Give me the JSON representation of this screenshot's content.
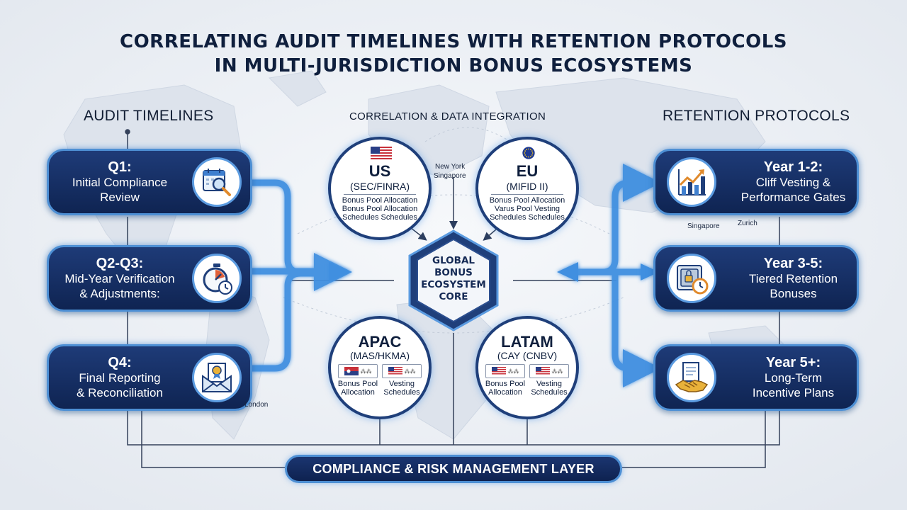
{
  "title": {
    "line1": "CORRELATING AUDIT TIMELINES WITH RETENTION PROTOCOLS",
    "line2": "IN MULTI-JURISDICTION BONUS ECOSYSTEMS"
  },
  "columns": {
    "left": "AUDIT TIMELINES",
    "center": "CORRELATION & DATA INTEGRATION",
    "right": "RETENTION PROTOCOLS"
  },
  "audit_timelines": [
    {
      "heading": "Q1:",
      "lines": [
        "Initial Compliance",
        "Review"
      ],
      "icon": "calendar-magnifier-icon"
    },
    {
      "heading": "Q2-Q3:",
      "lines": [
        "Mid-Year Verification",
        "& Adjustments:"
      ],
      "icon": "stopwatch-icon"
    },
    {
      "heading": "Q4:",
      "lines": [
        "Final Reporting",
        "& Reconciliation"
      ],
      "icon": "envelope-certificate-icon"
    }
  ],
  "retention_protocols": [
    {
      "heading": "Year 1-2:",
      "lines": [
        "Cliff Vesting &",
        "Performance Gates"
      ],
      "icon": "growth-chart-icon"
    },
    {
      "heading": "Year 3-5:",
      "lines": [
        "Tiered Retention",
        "Bonuses"
      ],
      "icon": "safe-clock-icon"
    },
    {
      "heading": "Year 5+:",
      "lines": [
        "Long-Term",
        "Incentive Plans"
      ],
      "icon": "handshake-document-icon"
    }
  ],
  "regions": {
    "us": {
      "name": "US",
      "regulator": "(SEC/FINRA)",
      "line1": "Bonus Pool Allocation",
      "line2": "Bonus Pool  Allocation",
      "line3": "Schedules  Schedules",
      "flag": "us-flag-icon"
    },
    "eu": {
      "name": "EU",
      "regulator": "(MIFID II)",
      "line1": "Bonus Pool Allocation",
      "line2": "Varus Pool   Vesting",
      "line3": "Schedules  Schedules",
      "flag": "eu-flag-icon"
    },
    "apac": {
      "name": "APAC",
      "regulator": "(MAS/HKMA)",
      "label1": "Bonus Pool Allocation",
      "label2": "Vesting Schedules"
    },
    "latam": {
      "name": "LATAM",
      "regulator": "(CAY (CNBV)",
      "label1": "Bonus Pool Allocation",
      "label2": "Vesting Schedules"
    }
  },
  "core": {
    "lines": [
      "GLOBAL",
      "BONUS",
      "ECOSYSTEM",
      "CORE"
    ]
  },
  "cities": {
    "new_york": "New York",
    "singapore_top": "Singapore",
    "singapore_right": "Singapore",
    "zurich": "Zurich",
    "london": "London"
  },
  "footer": {
    "label": "COMPLIANCE & RISK MANAGEMENT LAYER"
  },
  "colors": {
    "navy": "#0f2452",
    "glow_blue": "#4d8fd4",
    "arrow_blue": "#3f8fe0",
    "background": "#eef1f5"
  }
}
